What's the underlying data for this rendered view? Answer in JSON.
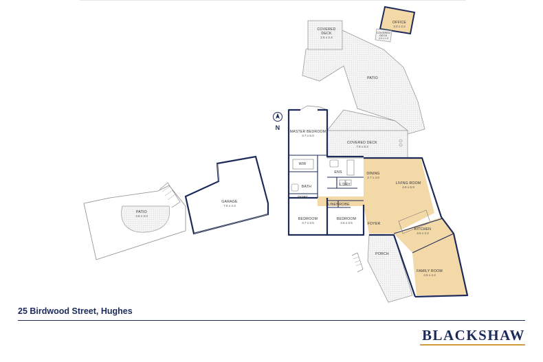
{
  "listing": {
    "address": "25 Birdwood Street, Hughes",
    "agency": "BLACKSHAW"
  },
  "compass": {
    "label": "N"
  },
  "rooms": {
    "master_bedroom": {
      "label": "MASTER BEDROOM",
      "dims": "3.7 x 6.0"
    },
    "wir": {
      "label": "WIR"
    },
    "ens": {
      "label": "ENS"
    },
    "bath": {
      "label": "BATH"
    },
    "l_dry": {
      "label": "L'DRY"
    },
    "robe_1": {
      "label": "ROBE"
    },
    "robe_2": {
      "label": "ROBE"
    },
    "linen": {
      "label": "LINEN"
    },
    "bedroom_1": {
      "label": "BEDROOM",
      "dims": "3.7 x 3.5"
    },
    "bedroom_2": {
      "label": "BEDROOM",
      "dims": "3.6 x 3.5"
    },
    "foyer": {
      "label": "FOYER"
    },
    "dining": {
      "label": "DINING",
      "dims": "2.7 x 4.0"
    },
    "living_room": {
      "label": "LIVING ROOM",
      "dims": "4.6 x 5.9"
    },
    "kitchen": {
      "label": "KITCHEN",
      "dims": "4.6 x 3.2"
    },
    "family_room": {
      "label": "FAMILY ROOM",
      "dims": "4.5 x 4.4"
    },
    "porch": {
      "label": "PORCH"
    },
    "covered_deck_main": {
      "label": "COVERED DECK",
      "dims": "7.8 x 8.3"
    },
    "patio_main": {
      "label": "PATIO"
    },
    "covered_deck_top": {
      "label": "COVERED",
      "label2": "DECK",
      "dims": "2.5 x 2.4"
    },
    "office": {
      "label": "OFFICE",
      "dims": "3.0 x 2.2"
    },
    "covered_deck_office": {
      "label": "COVERED",
      "label2": "DECK",
      "dims": "3.0 x 1.0"
    },
    "garage": {
      "label": "GARAGE",
      "dims": "7.6 x 4.4"
    },
    "patio_west": {
      "label": "PATIO",
      "dims": "4.8 x 3.0"
    }
  },
  "colors": {
    "wall": "#1c2a5a",
    "tan_fill": "#f3d8a8",
    "deck_fill": "#f2f2f2",
    "outline": "#8a8a8a",
    "brand_accent": "#d09b3c"
  }
}
